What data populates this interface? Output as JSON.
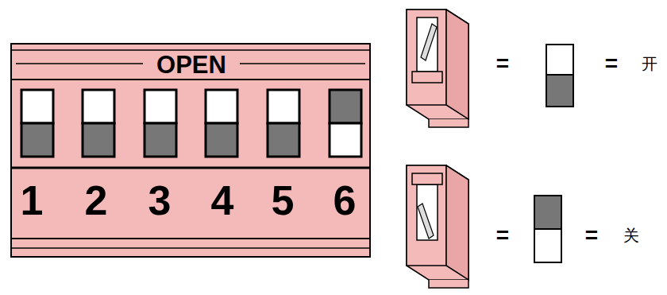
{
  "diagram": {
    "labels": [
      "OPEN",
      "1",
      "2",
      "3",
      "4",
      "5",
      "6",
      "=",
      "=",
      "开",
      "=",
      "=",
      "关"
    ]
  }
}
